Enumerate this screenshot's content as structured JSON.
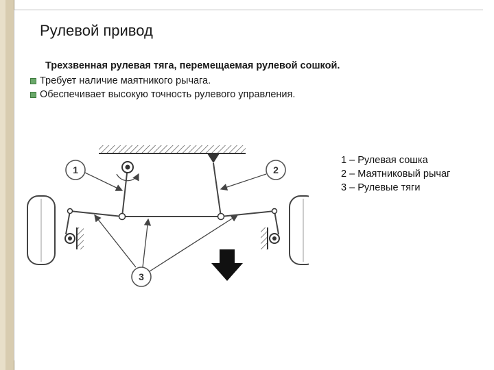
{
  "slide": {
    "title": "Рулевой привод",
    "subhead": "Трехзвенная рулевая тяга, перемещаемая рулевой сошкой.",
    "bullets": [
      "Требует наличие маятникого рычага.",
      "Обеспечивает высокую точность рулевого управления."
    ]
  },
  "diagram": {
    "callouts": [
      "1",
      "2",
      "3"
    ]
  },
  "legend": {
    "items": [
      {
        "num": "1",
        "text": " – Рулевая сошка"
      },
      {
        "num": "2",
        "text": " – Маятниковый рычаг"
      },
      {
        "num": "3",
        "text": " – Рулевые тяги"
      }
    ]
  },
  "colors": {
    "accent_bar": "#e8dfc9",
    "bullet": "#6aa86a",
    "line": "#444444"
  }
}
